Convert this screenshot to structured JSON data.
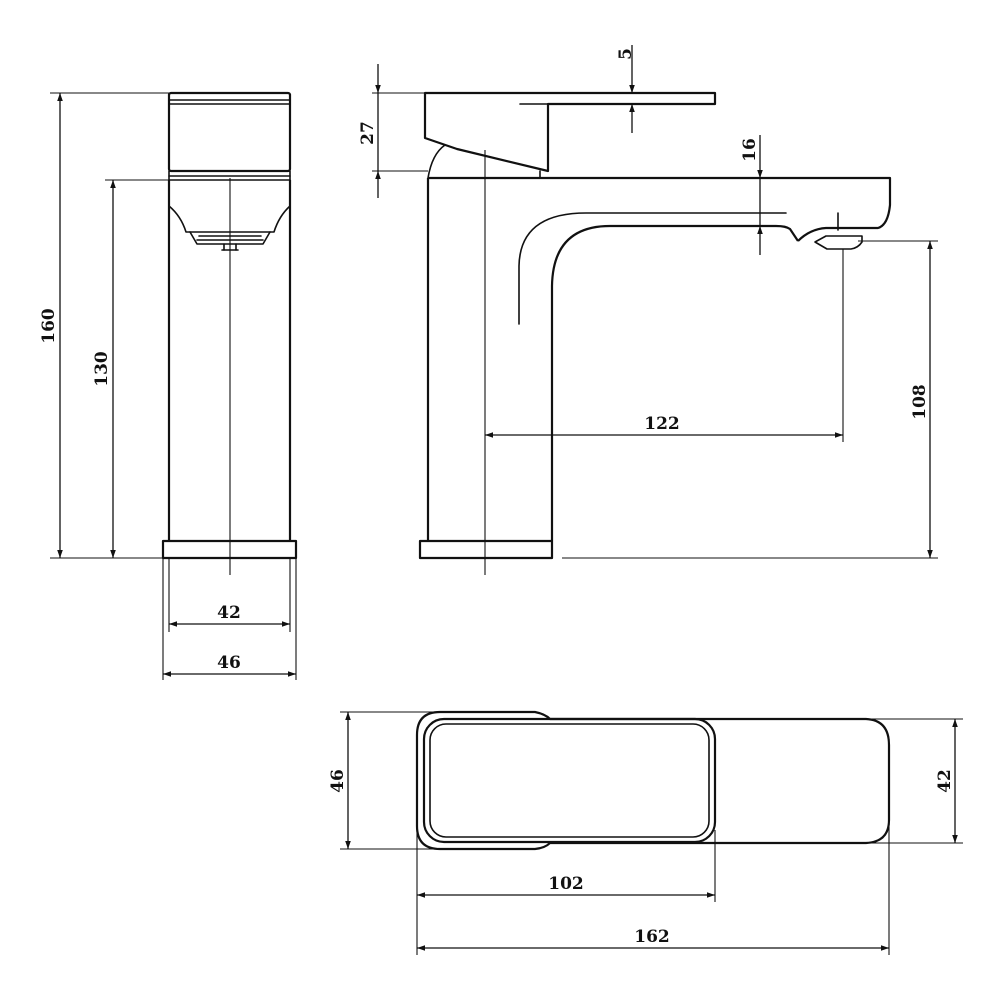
{
  "drawing": {
    "front_view": {
      "total_height": "160",
      "spout_height": "130",
      "base_inner_width": "42",
      "base_outer_width": "46"
    },
    "side_view": {
      "handle_thickness": "5",
      "handle_height": "27",
      "spout_thickness": "16",
      "spout_reach": "122",
      "outlet_height": "108"
    },
    "top_view": {
      "depth": "46",
      "spout_width": "42",
      "handle_length": "102",
      "overall_length": "162"
    }
  }
}
